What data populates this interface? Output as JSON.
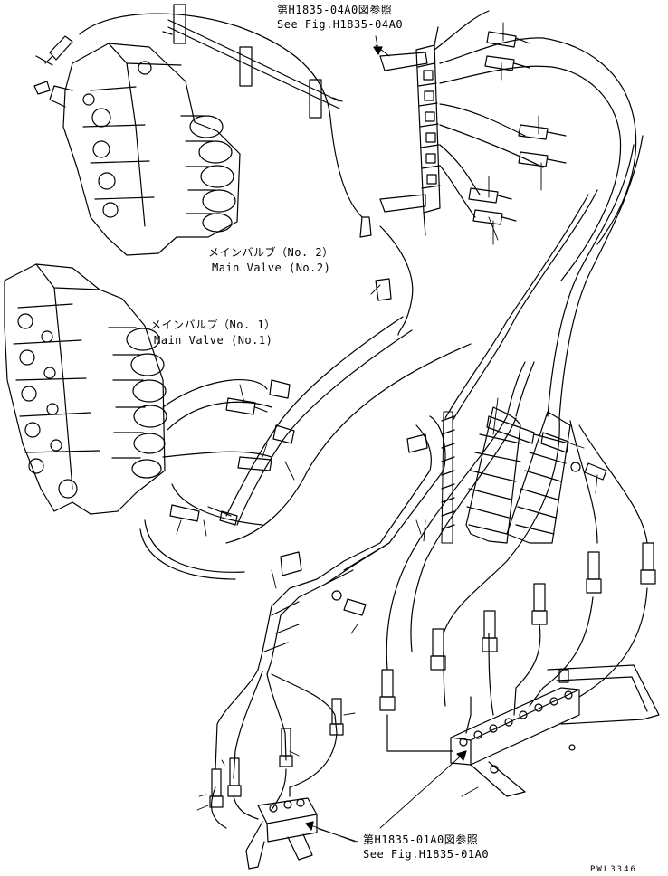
{
  "references": {
    "top": {
      "jp": "第H1835-04A0図参照",
      "en": "See Fig.H1835-04A0"
    },
    "bottom": {
      "jp": "第H1835-01A0図参照",
      "en": "See Fig.H1835-01A0"
    }
  },
  "valves": {
    "no2": {
      "jp": "メインバルブ（No. 2）",
      "en": "Main Valve (No.2)"
    },
    "no1": {
      "jp": "メインバルブ（No. 1）",
      "en": "Main Valve (No.1)"
    }
  },
  "drawing_code": "PWL3346",
  "colors": {
    "line": "#000000",
    "background": "#ffffff"
  }
}
